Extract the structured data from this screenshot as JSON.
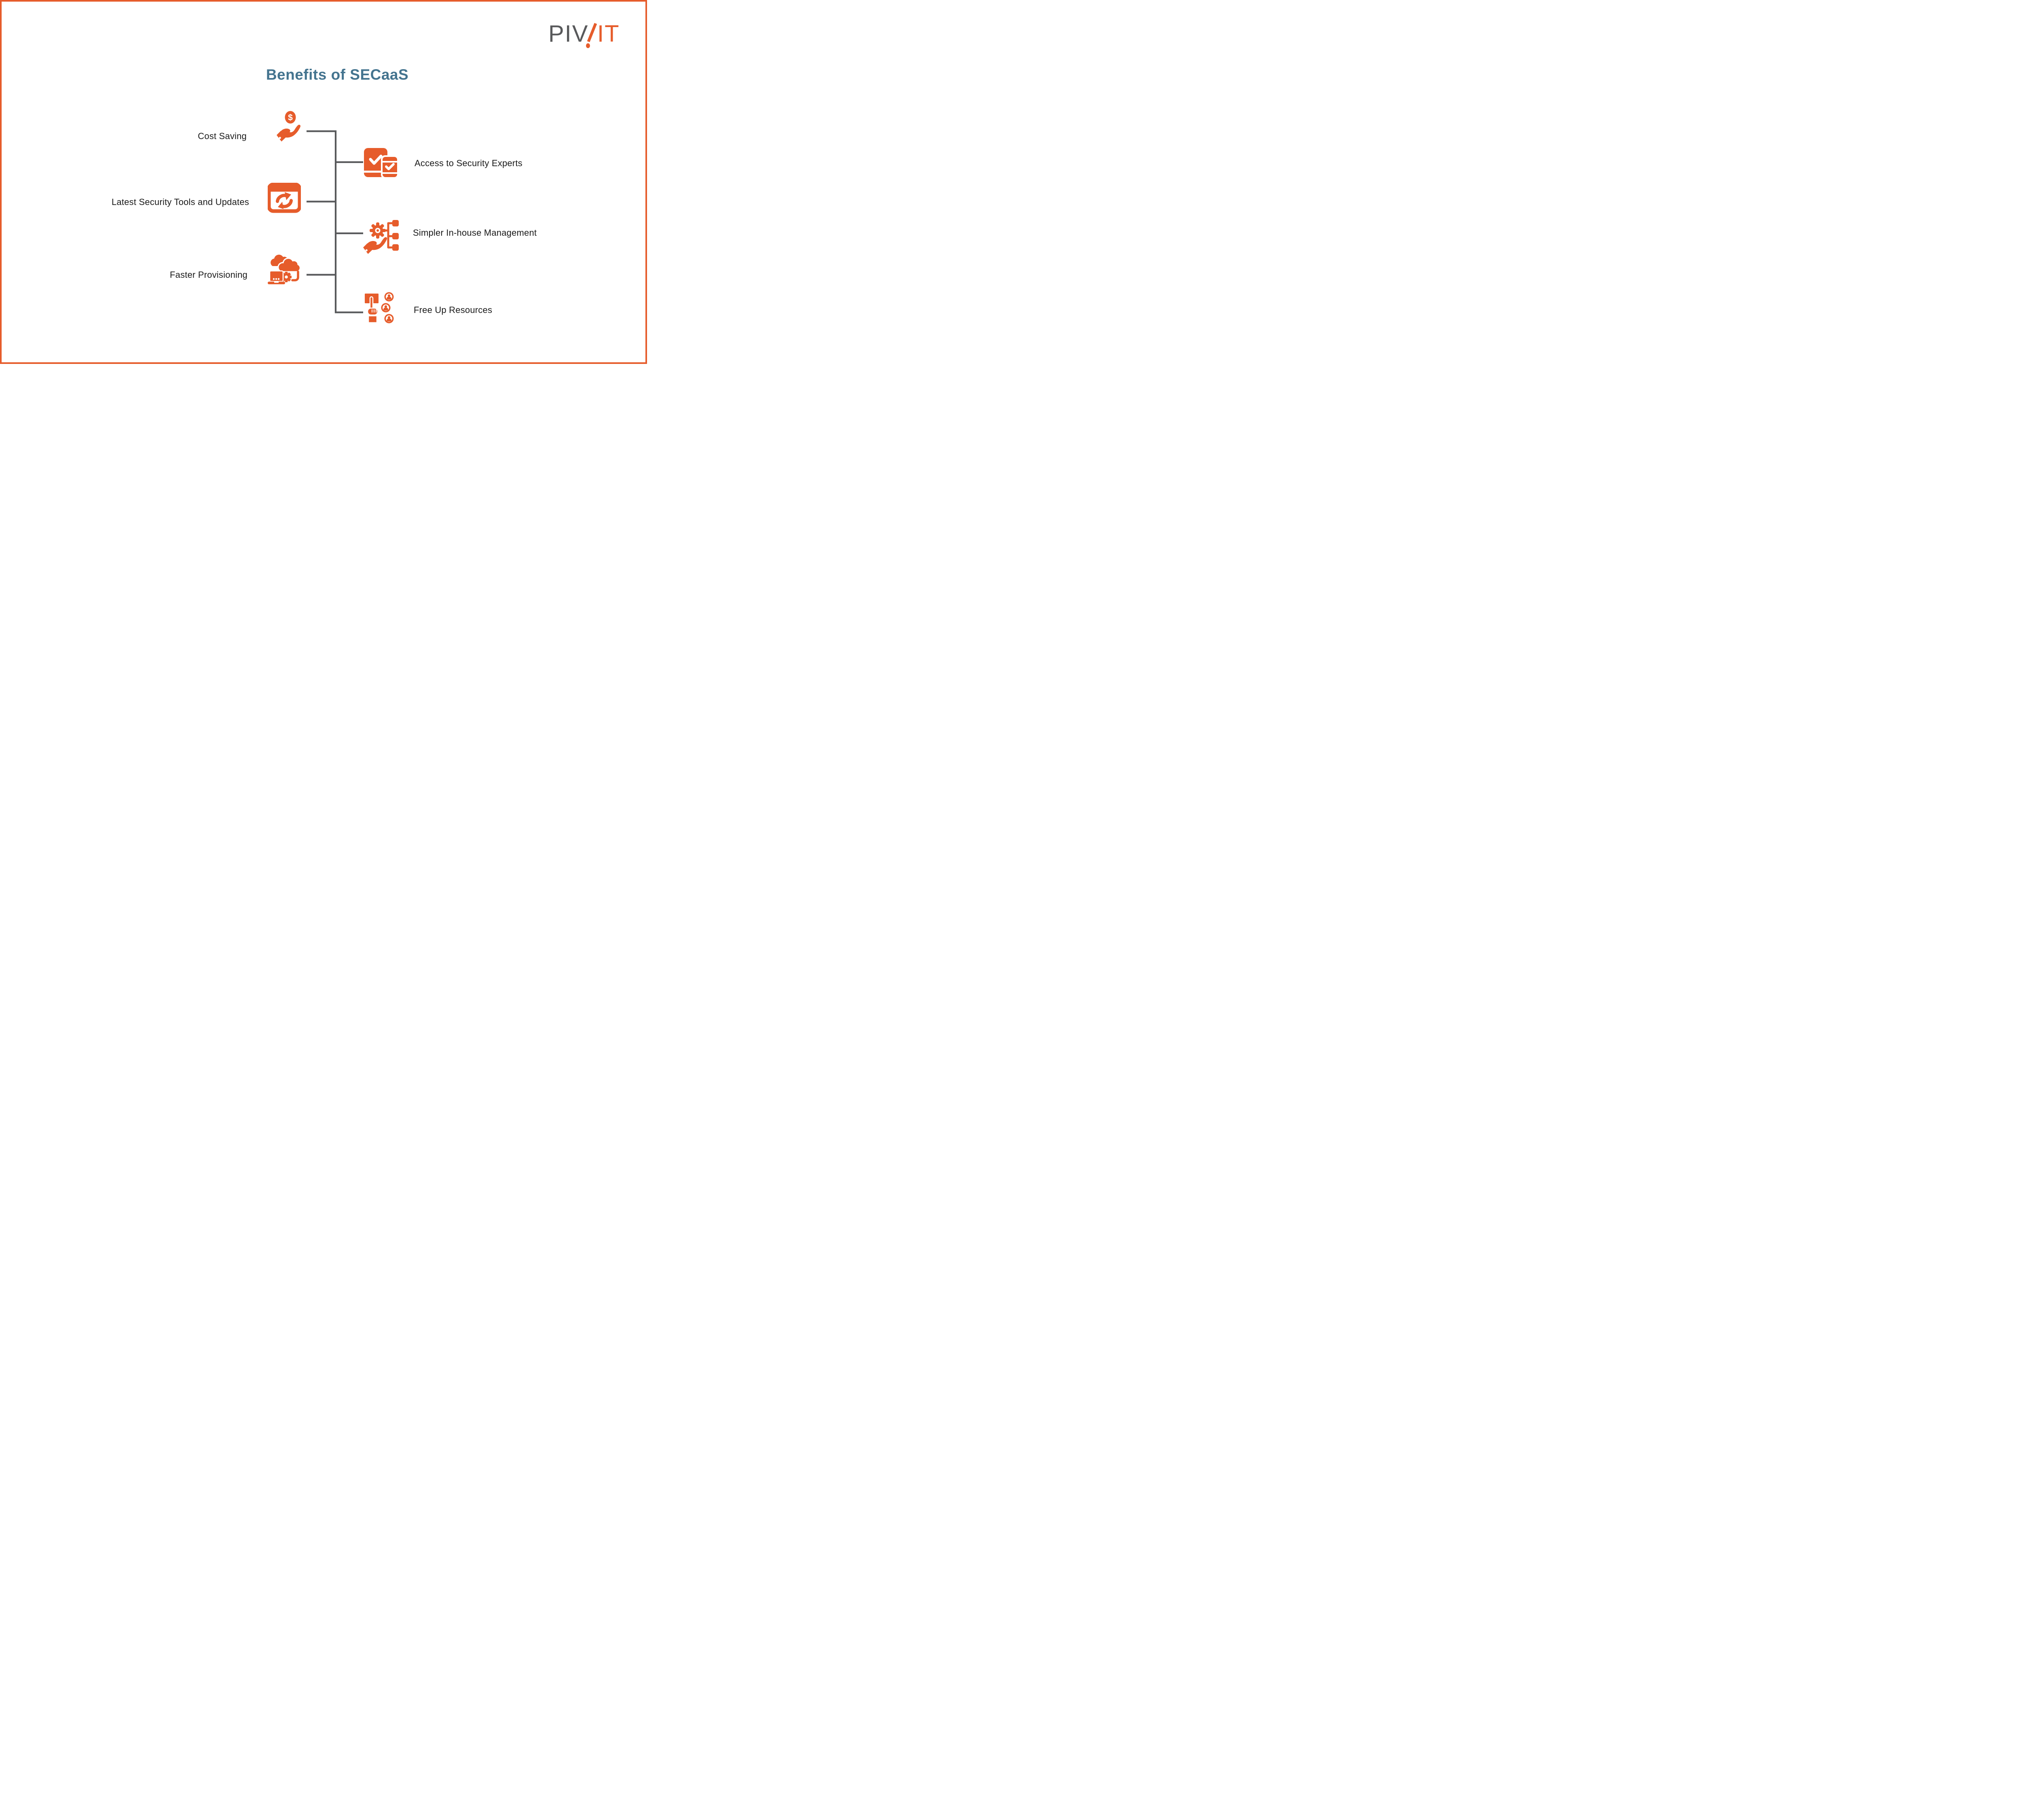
{
  "page": {
    "title": "Benefits of SECaaS"
  },
  "logo": {
    "gray_text": "PIV",
    "orange_text": "IT"
  },
  "colors": {
    "accent_orange": "#E65C2B",
    "connector_gray": "#58595B",
    "title_blue": "#44748F",
    "label_black": "#1A1A1A",
    "border": "#E65C2B",
    "background": "#FFFFFF"
  },
  "benefits": {
    "left": [
      {
        "label": "Cost Saving",
        "icon": "dollar-hand-icon"
      },
      {
        "label": "Latest Security Tools and Updates",
        "icon": "refresh-window-icon"
      },
      {
        "label": "Faster Provisioning",
        "icon": "cloud-gear-laptop-icon"
      }
    ],
    "right": [
      {
        "label": "Access to Security Experts",
        "icon": "devices-check-icon"
      },
      {
        "label": "Simpler In-house Management",
        "icon": "hand-gear-network-icon"
      },
      {
        "label": "Free Up Resources",
        "icon": "press-button-users-icon"
      }
    ]
  },
  "coin_symbol": "$"
}
